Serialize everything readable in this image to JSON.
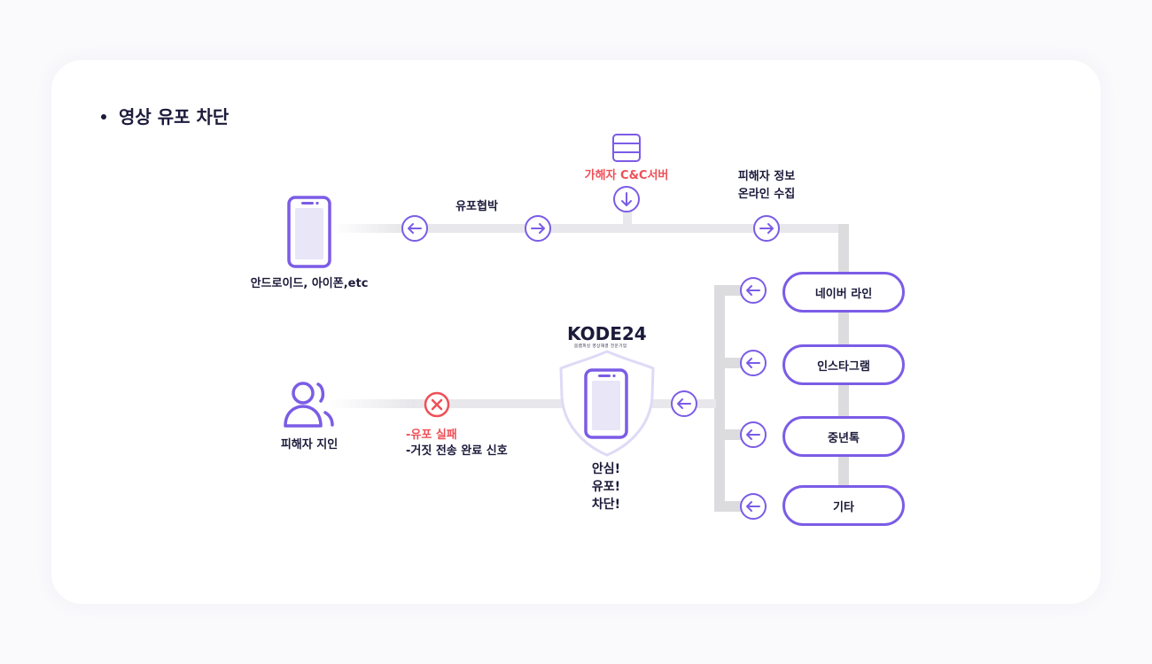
{
  "title": "영상 유포 차단",
  "logo": {
    "name": "KODE24",
    "tagline": "몸캠피싱 영상해결 전문기업"
  },
  "labels": {
    "device": "안드로이드, 아이폰,etc",
    "spread_threat": "유포협박",
    "cc_server": "가해자 C&C서버",
    "collect_info": "피해자 정보\n온라인 수집",
    "acquaintance": "피해자 지인",
    "fail_line1": "-유포 실패",
    "fail_line2": "-거짓 전송 완료 신호",
    "safe": "안심!\n유포!\n차단!"
  },
  "platforms": [
    "네이버 라인",
    "인스타그램",
    "중년톡",
    "기타"
  ],
  "colors": {
    "accent": "#7b5ce6",
    "danger": "#ef4f57",
    "line": "#e4e4e8",
    "text": "#1b1a3a"
  },
  "icons": [
    "phone-icon",
    "server-icon",
    "arrow-down-icon",
    "arrow-left-icon",
    "arrow-right-icon",
    "person-icon",
    "x-circle-icon",
    "shield-icon"
  ]
}
